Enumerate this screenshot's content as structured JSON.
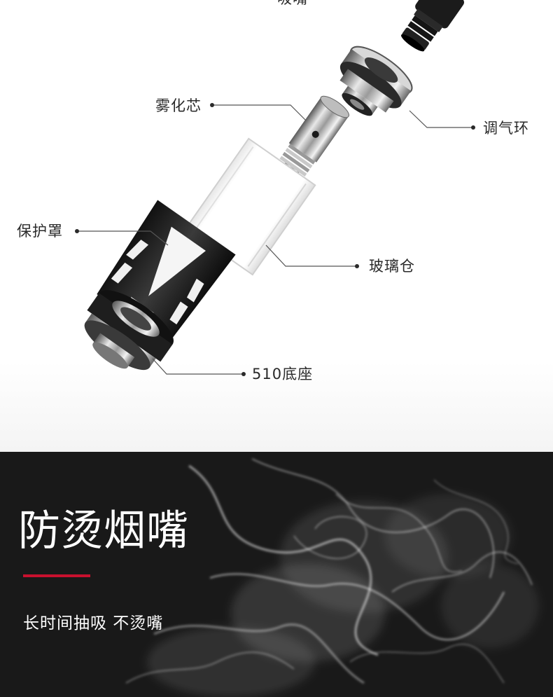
{
  "callouts": {
    "top_cut": "吸嘴",
    "atomizer_core": "雾化芯",
    "airflow_ring": "调气环",
    "protective_cover": "保护罩",
    "glass_tank": "玻璃仓",
    "base_510": "510底座"
  },
  "feature": {
    "headline": "防烫烟嘴",
    "subline": "长时间抽吸  不烫嘴"
  },
  "colors": {
    "accent": "#c8102e",
    "dark_panel": "#191919",
    "callout_text": "#2a2a2a"
  },
  "icons": [
    "drip-tip-icon",
    "airflow-ring-icon",
    "coil-icon",
    "glass-tank-icon",
    "cover-icon",
    "base-icon",
    "smoke-icon"
  ]
}
